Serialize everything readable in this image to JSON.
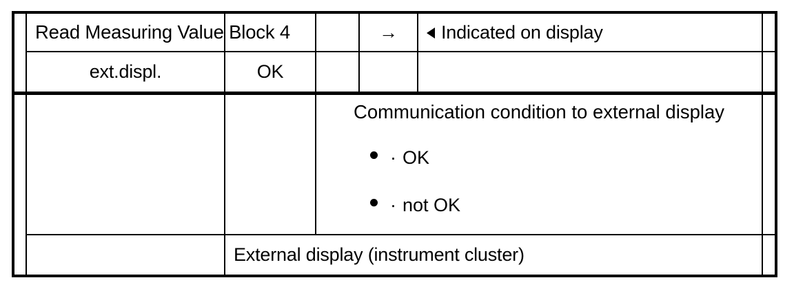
{
  "document": {
    "kind": "scanned-service-manual-table",
    "background_color": "#ffffff",
    "ink_color": "#000000"
  },
  "table": {
    "rows": [
      {
        "id": "row-1",
        "cells": [
          {
            "name": "left-margin-cell-row-1",
            "text": ""
          },
          {
            "name": "function-title-cell",
            "text": "Read Measuring Value Block 4"
          },
          {
            "name": "arrow-cell",
            "text": "→",
            "icon": "right-arrow-icon"
          },
          {
            "name": "indicated-on-display-cell",
            "text": "Indicated on display",
            "icon": "triangle-left-icon"
          },
          {
            "name": "right-margin-cell-row-1",
            "text": ""
          }
        ]
      },
      {
        "id": "row-2",
        "cells": [
          {
            "name": "left-margin-cell-row-2",
            "text": ""
          },
          {
            "name": "ext-displ-cell",
            "text": "ext.displ."
          },
          {
            "name": "ok-status-cell",
            "text": "OK"
          },
          {
            "name": "blank-cell-row-2-a",
            "text": ""
          },
          {
            "name": "blank-cell-row-2-b",
            "text": ""
          },
          {
            "name": "blank-cell-row-2-c",
            "text": ""
          },
          {
            "name": "right-margin-cell-row-2",
            "text": ""
          }
        ]
      },
      {
        "id": "row-3",
        "cells": [
          {
            "name": "left-margin-cell-row-3",
            "text": ""
          },
          {
            "name": "blank-cell-row-3-a",
            "text": ""
          },
          {
            "name": "blank-cell-row-3-b",
            "text": ""
          },
          {
            "name": "communication-condition-cell",
            "heading": "Communication condition to external display",
            "bullets": [
              {
                "marker": "•",
                "sub_marker": "·",
                "text": "OK"
              },
              {
                "marker": "•",
                "sub_marker": "·",
                "text": "not OK"
              }
            ]
          },
          {
            "name": "right-margin-cell-row-3",
            "text": ""
          }
        ]
      },
      {
        "id": "row-4",
        "cells": [
          {
            "name": "left-margin-cell-row-4",
            "text": ""
          },
          {
            "name": "blank-cell-row-4-a",
            "text": ""
          },
          {
            "name": "external-display-cell",
            "text": "External display (instrument cluster)"
          },
          {
            "name": "right-margin-cell-row-4",
            "text": ""
          }
        ]
      }
    ]
  },
  "labels": {
    "function_title": "Read Measuring Value Block 4",
    "arrow": "→",
    "indicated_on_display": "Indicated on display",
    "ext_displ": "ext.displ.",
    "ok": "OK",
    "comm_heading": "Communication condition to external display",
    "bullet_ok": "OK",
    "bullet_not_ok": "not OK",
    "bullet_marker": "·",
    "external_display": "External display (instrument cluster)"
  }
}
